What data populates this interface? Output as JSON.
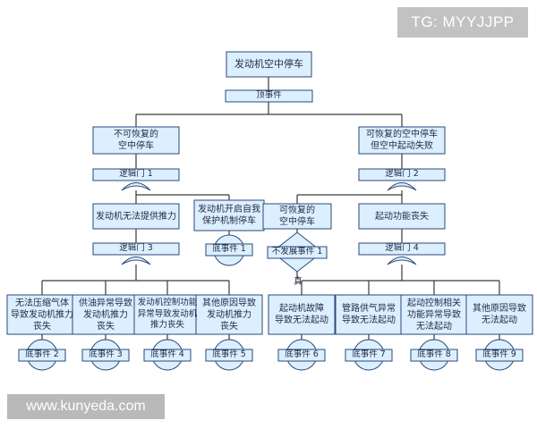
{
  "watermark_tg": "TG: MYYJJPP",
  "watermark_url": "www.kunyeda.com",
  "colors": {
    "box_fill": "#dcefff",
    "box_stroke": "#2b4a7a",
    "line": "#3a3a3a",
    "gate_fill": "#dcefff"
  },
  "nodes": {
    "top": "发动机空中停车",
    "top_event_label": "顶事件",
    "l1_left": "不可恢复的\n空中停车",
    "l1_right": "可恢复的空中停车\n但空中起动失败",
    "gate1": "逻辑门 1",
    "gate2": "逻辑门 2",
    "l2_a": "发动机无法提供推力",
    "l2_b": "发动机开启自我\n保护机制停车",
    "l2_c": "可恢复的\n空中停车",
    "l2_d": "起动功能丧失",
    "gate3": "逻辑门 3",
    "gate4": "逻辑门 4",
    "base1": "底事件 1",
    "undeveloped": "不发展事件 1",
    "true_label": "真",
    "l3_1": "无法压缩气体\n导致发动机推力\n丧失",
    "l3_2": "供油异常导致\n发动机推力\n丧失",
    "l3_3": "发动机控制功能\n异常导致发动机\n推力丧失",
    "l3_4": "其他原因导致\n发动机推力\n丧失",
    "l3_5": "起动机故障\n导致无法起动",
    "l3_6": "管路供气异常\n导致无法起动",
    "l3_7": "起动控制相关\n功能异常导致\n无法起动",
    "l3_8": "其他原因导致\n无法起动",
    "base2": "底事件 2",
    "base3": "底事件 3",
    "base4": "底事件 4",
    "base5": "底事件 5",
    "base6": "底事件 6",
    "base7": "底事件 7",
    "base8": "底事件 8",
    "base9": "底事件 9"
  }
}
